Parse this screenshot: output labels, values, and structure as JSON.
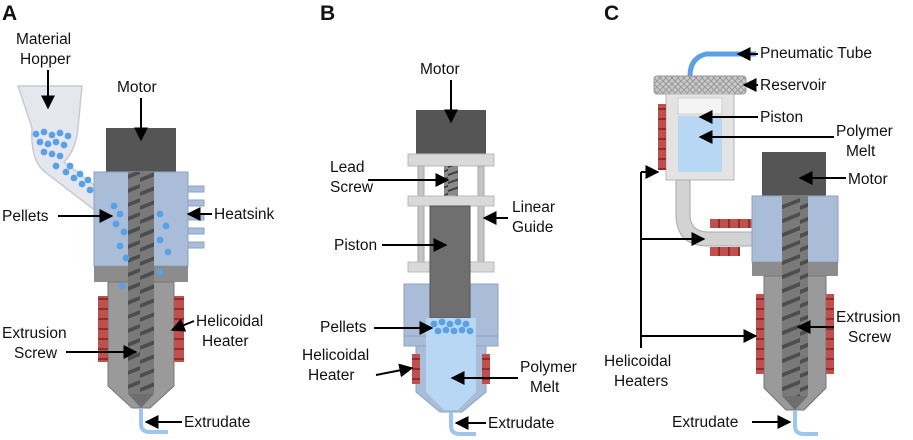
{
  "panels": [
    {
      "letter": "A",
      "labels": {
        "material_hopper_l1": "Material",
        "material_hopper_l2": "Hopper",
        "motor": "Motor",
        "pellets": "Pellets",
        "heatsink": "Heatsink",
        "extrusion_screw_l1": "Extrusion",
        "extrusion_screw_l2": "Screw",
        "helicoidal_heater_l1": "Helicoidal",
        "helicoidal_heater_l2": "Heater",
        "extrudate": "Extrudate"
      }
    },
    {
      "letter": "B",
      "labels": {
        "motor": "Motor",
        "lead_screw_l1": "Lead",
        "lead_screw_l2": "Screw",
        "linear_guide_l1": "Linear",
        "linear_guide_l2": "Guide",
        "piston": "Piston",
        "pellets": "Pellets",
        "helicoidal_heater_l1": "Helicoidal",
        "helicoidal_heater_l2": "Heater",
        "polymer_melt_l1": "Polymer",
        "polymer_melt_l2": "Melt",
        "extrudate": "Extrudate"
      }
    },
    {
      "letter": "C",
      "labels": {
        "pneumatic_tube": "Pneumatic Tube",
        "reservoir": "Reservoir",
        "piston": "Piston",
        "polymer_melt_l1": "Polymer",
        "polymer_melt_l2": "Melt",
        "motor": "Motor",
        "extrusion_screw_l1": "Extrusion",
        "extrusion_screw_l2": "Screw",
        "helicoidal_heaters_l1": "Helicoidal",
        "helicoidal_heaters_l2": "Heaters",
        "extrudate": "Extrudate"
      }
    }
  ],
  "colors": {
    "motor": "#555555",
    "housing": "#a9bcd8",
    "barrel": "#9a9a9a",
    "screw": "#6f6f6f",
    "pellet": "#5aa0e6",
    "heater": "#c0504d",
    "melt": "#b8d7f4",
    "frame": "#d9d9d9"
  }
}
